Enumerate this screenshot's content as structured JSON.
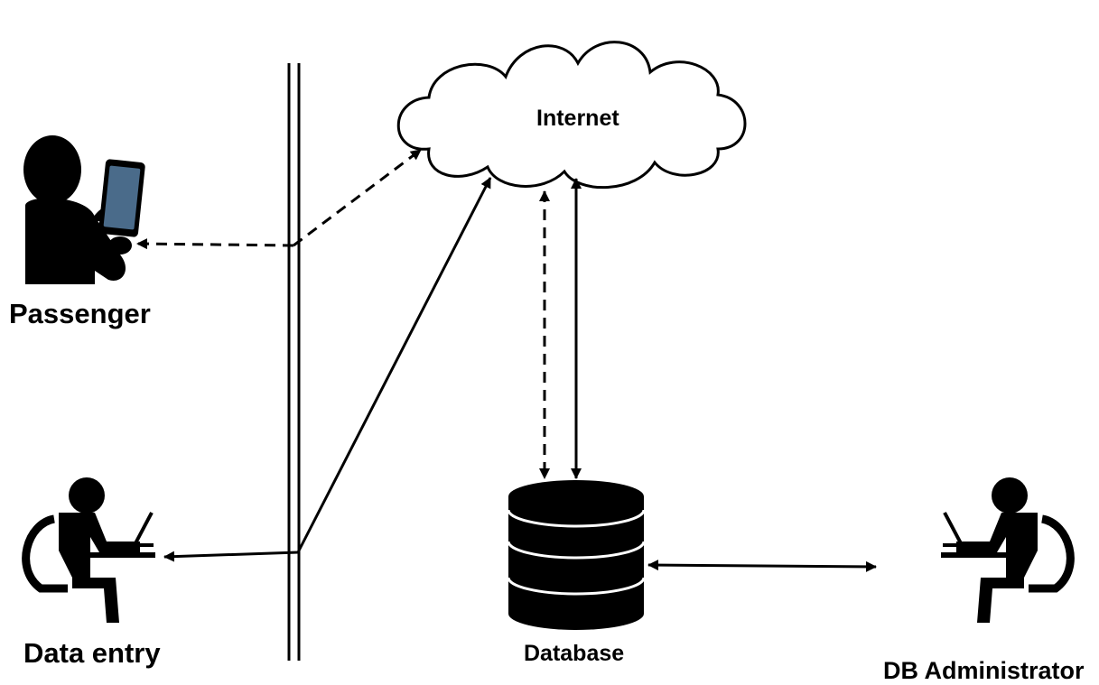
{
  "nodes": {
    "internet": "Internet",
    "passenger": "Passenger",
    "data_entry": "Data entry",
    "database": "Database",
    "db_administrator": "DB Administrator"
  },
  "icons": {
    "cloud": "cloud-icon",
    "passenger": "person-with-tablet-icon",
    "data_entry": "person-at-laptop-icon",
    "database": "database-cylinder-icon",
    "db_administrator": "person-at-laptop-icon"
  },
  "colors": {
    "stroke": "#000000",
    "background": "#ffffff"
  }
}
